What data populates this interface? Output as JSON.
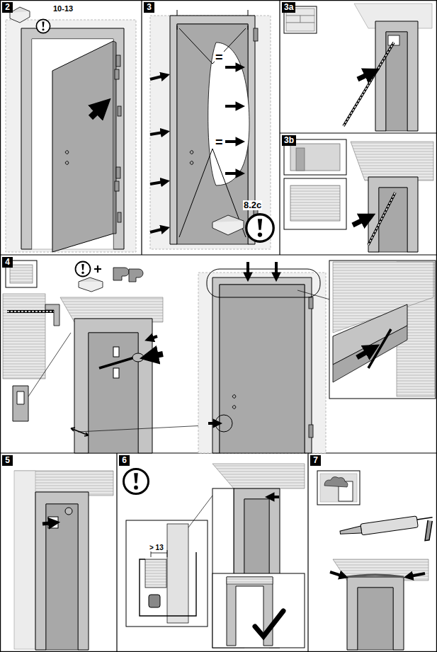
{
  "diagram": {
    "labels": [
      "2",
      "10-13",
      "3",
      "=",
      "=",
      "8.2c",
      "3a",
      "3b",
      "4",
      "5",
      "6",
      "> 13",
      "7"
    ]
  }
}
